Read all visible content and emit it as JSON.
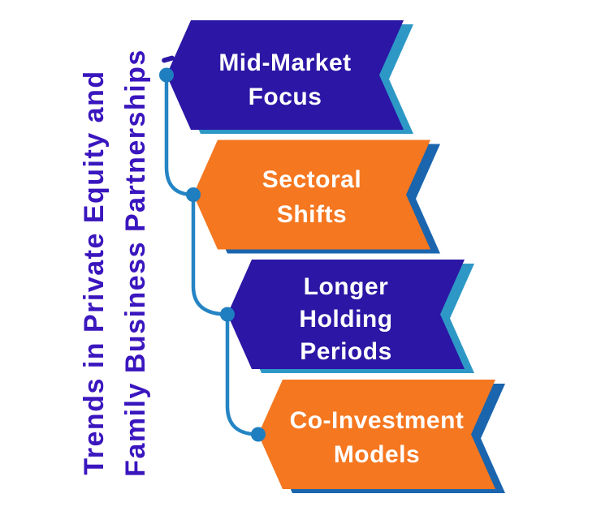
{
  "title": {
    "line1": "Trends in Private Equity and",
    "line2": "Family Business Partnerships",
    "color": "#3A16BE"
  },
  "banners": [
    {
      "label": "Mid-Market Focus",
      "lines": [
        "Mid-Market",
        "Focus"
      ],
      "fill": "#2B16A5",
      "accent": "#2D98C6"
    },
    {
      "label": "Sectoral Shifts",
      "lines": [
        "Sectoral",
        "Shifts"
      ],
      "fill": "#F57720",
      "accent": "#1A65AE"
    },
    {
      "label": "Longer Holding Periods",
      "lines": [
        "Longer",
        "Holding",
        "Periods"
      ],
      "fill": "#2B16A5",
      "accent": "#2D98C6"
    },
    {
      "label": "Co-Investment Models",
      "lines": [
        "Co-Investment",
        "Models"
      ],
      "fill": "#F57720",
      "accent": "#1A65AE"
    }
  ],
  "connector": {
    "line_color": "#2484C4",
    "dot_color": "#1E7EC0"
  },
  "colors": {
    "background": "#FFFFFF",
    "banner_text": "#FFFFFF",
    "decorative_dash": "#2B16A5"
  }
}
